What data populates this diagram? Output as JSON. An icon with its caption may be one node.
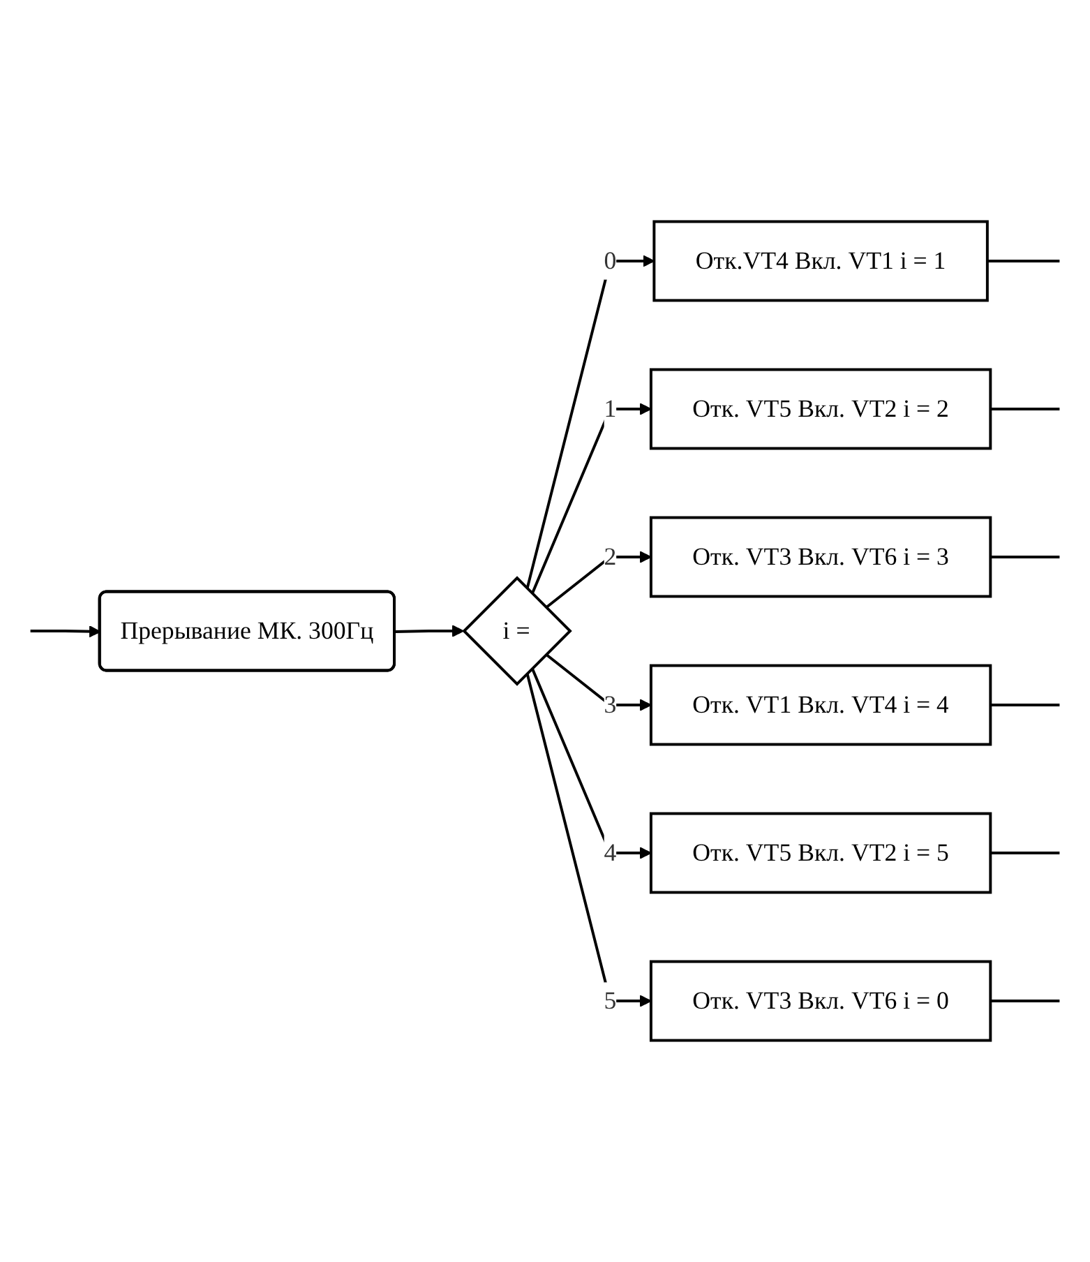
{
  "diagram": {
    "nodes": [
      {
        "text": [
          "Прерывание МК. 300Гц"
        ]
      },
      {
        "text": [
          "i ="
        ]
      },
      {
        "text": [
          "Отк.VT4 Вкл. VT1 i = 1"
        ]
      },
      {
        "text": [
          "Отк. VT5 Вкл. VT2 i = 2"
        ]
      },
      {
        "text": [
          "Отк. VT3 Вкл. VT6 i = 3"
        ]
      },
      {
        "text": [
          "Отк. VT1 Вкл. VT4 i = 4"
        ]
      },
      {
        "text": [
          "Отк. VT5 Вкл. VT2 i = 5"
        ]
      },
      {
        "text": [
          "Отк. VT3 Вкл. VT6 i = 0"
        ]
      }
    ],
    "edges": [
      {
        "from": null,
        "to": 0,
        "arrow": "to"
      },
      {
        "from": 0,
        "to": 1,
        "arrow": "to"
      },
      {
        "from": 1,
        "to": 2,
        "arrow": "to",
        "label": "0"
      },
      {
        "from": 1,
        "to": 3,
        "arrow": "to",
        "label": "1"
      },
      {
        "from": 1,
        "to": 4,
        "arrow": "to",
        "label": "2"
      },
      {
        "from": 1,
        "to": 5,
        "arrow": "to",
        "label": "3"
      },
      {
        "from": 1,
        "to": 6,
        "arrow": "to",
        "label": "4"
      },
      {
        "from": 1,
        "to": 7,
        "arrow": "to",
        "label": "5"
      },
      {
        "from": 2,
        "to": null,
        "arrow": "none"
      },
      {
        "from": 3,
        "to": null,
        "arrow": "none"
      },
      {
        "from": 4,
        "to": null,
        "arrow": "none"
      },
      {
        "from": 5,
        "to": null,
        "arrow": "none"
      },
      {
        "from": 6,
        "to": null,
        "arrow": "none"
      },
      {
        "from": 7,
        "to": null,
        "arrow": "none"
      }
    ]
  }
}
